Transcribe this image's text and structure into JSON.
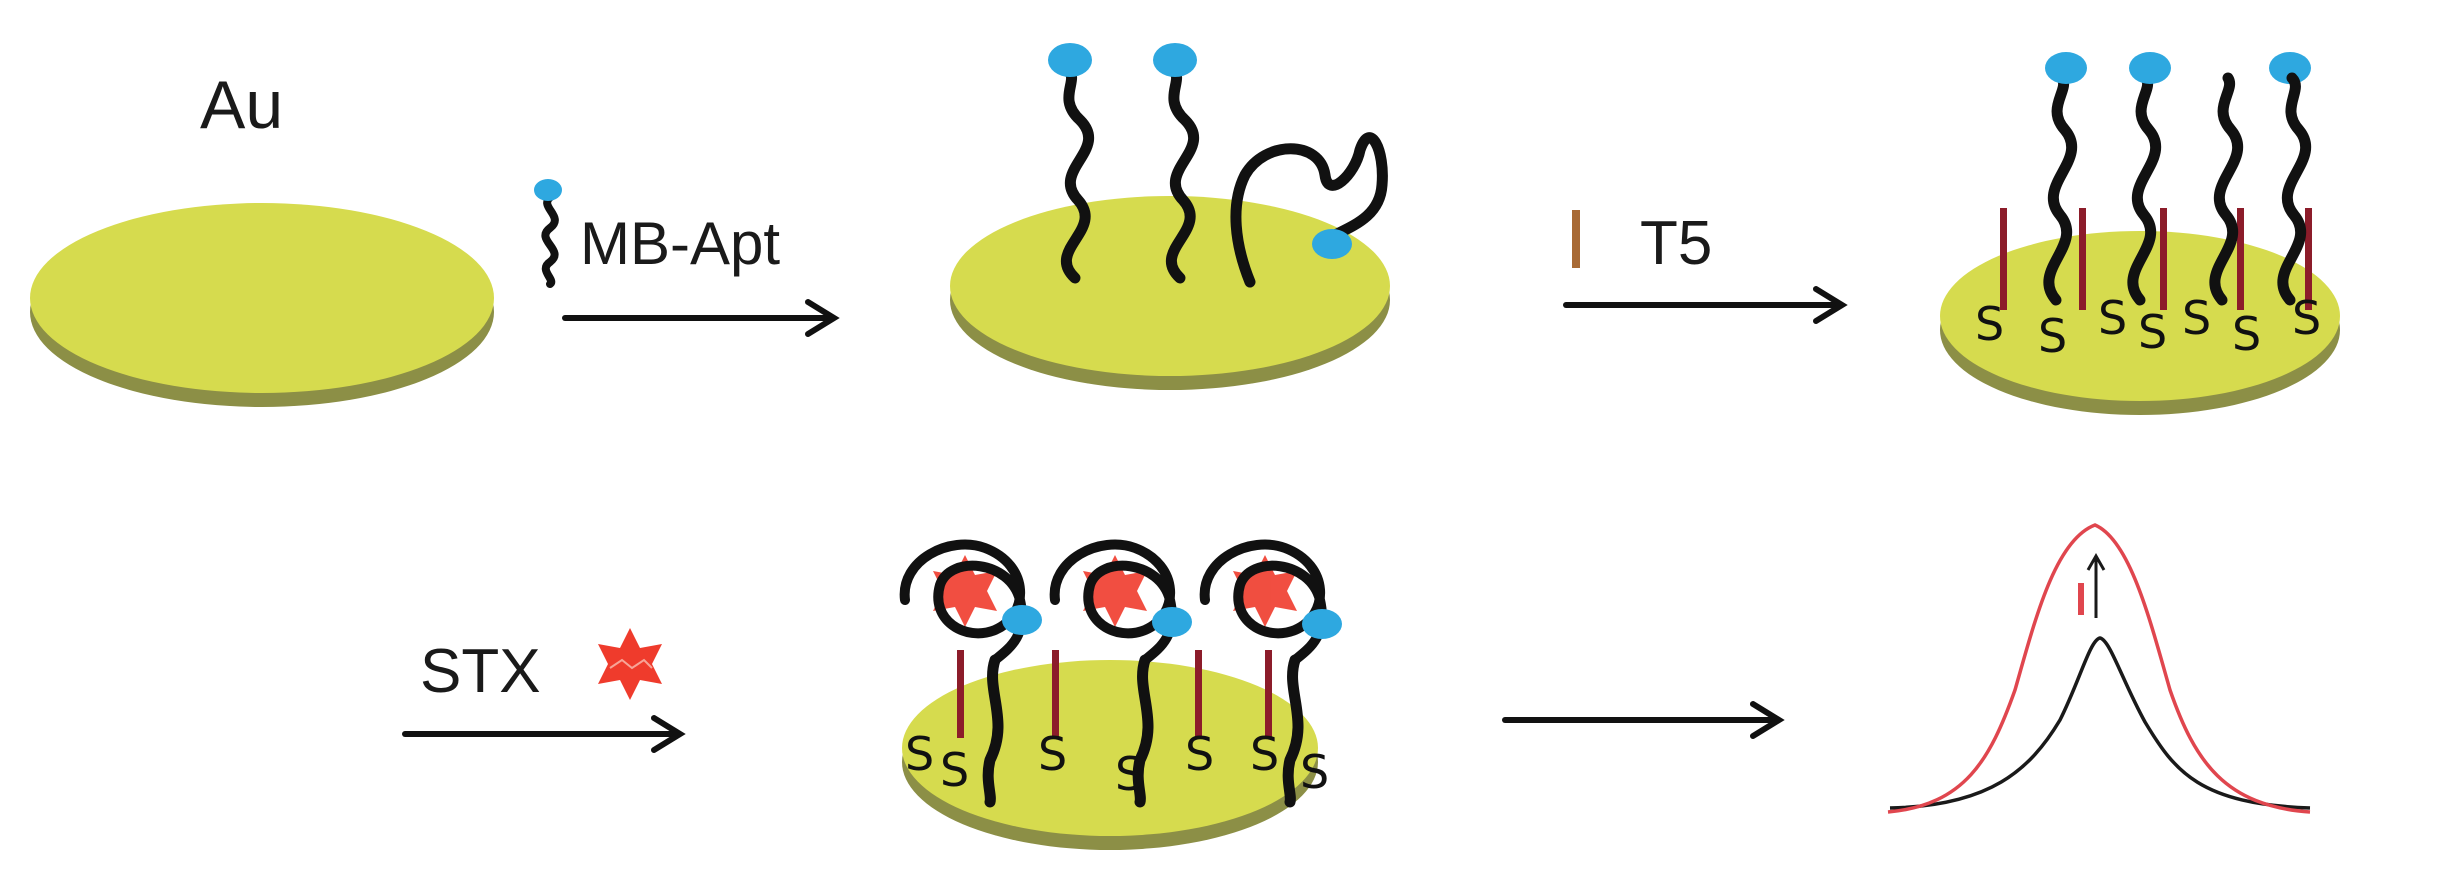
{
  "labels": {
    "substrate": "Au",
    "step1": "MB-Apt",
    "step2": "T5",
    "step3": "STX",
    "thiol": "S"
  },
  "colors": {
    "gold_top": "#d6db4e",
    "gold_edge": "#8c8f46",
    "methylene_blue": "#2ea8e0",
    "t5_spacer": "#8c1c2a",
    "stx": "#ef3b2c",
    "curve_before": "#1a1a1a",
    "curve_after": "#e0464e"
  },
  "icons": [
    "gold-electrode",
    "mb-aptamer",
    "t5-spacer",
    "stx-molecule",
    "reaction-arrow",
    "voltammetry-curve"
  ]
}
